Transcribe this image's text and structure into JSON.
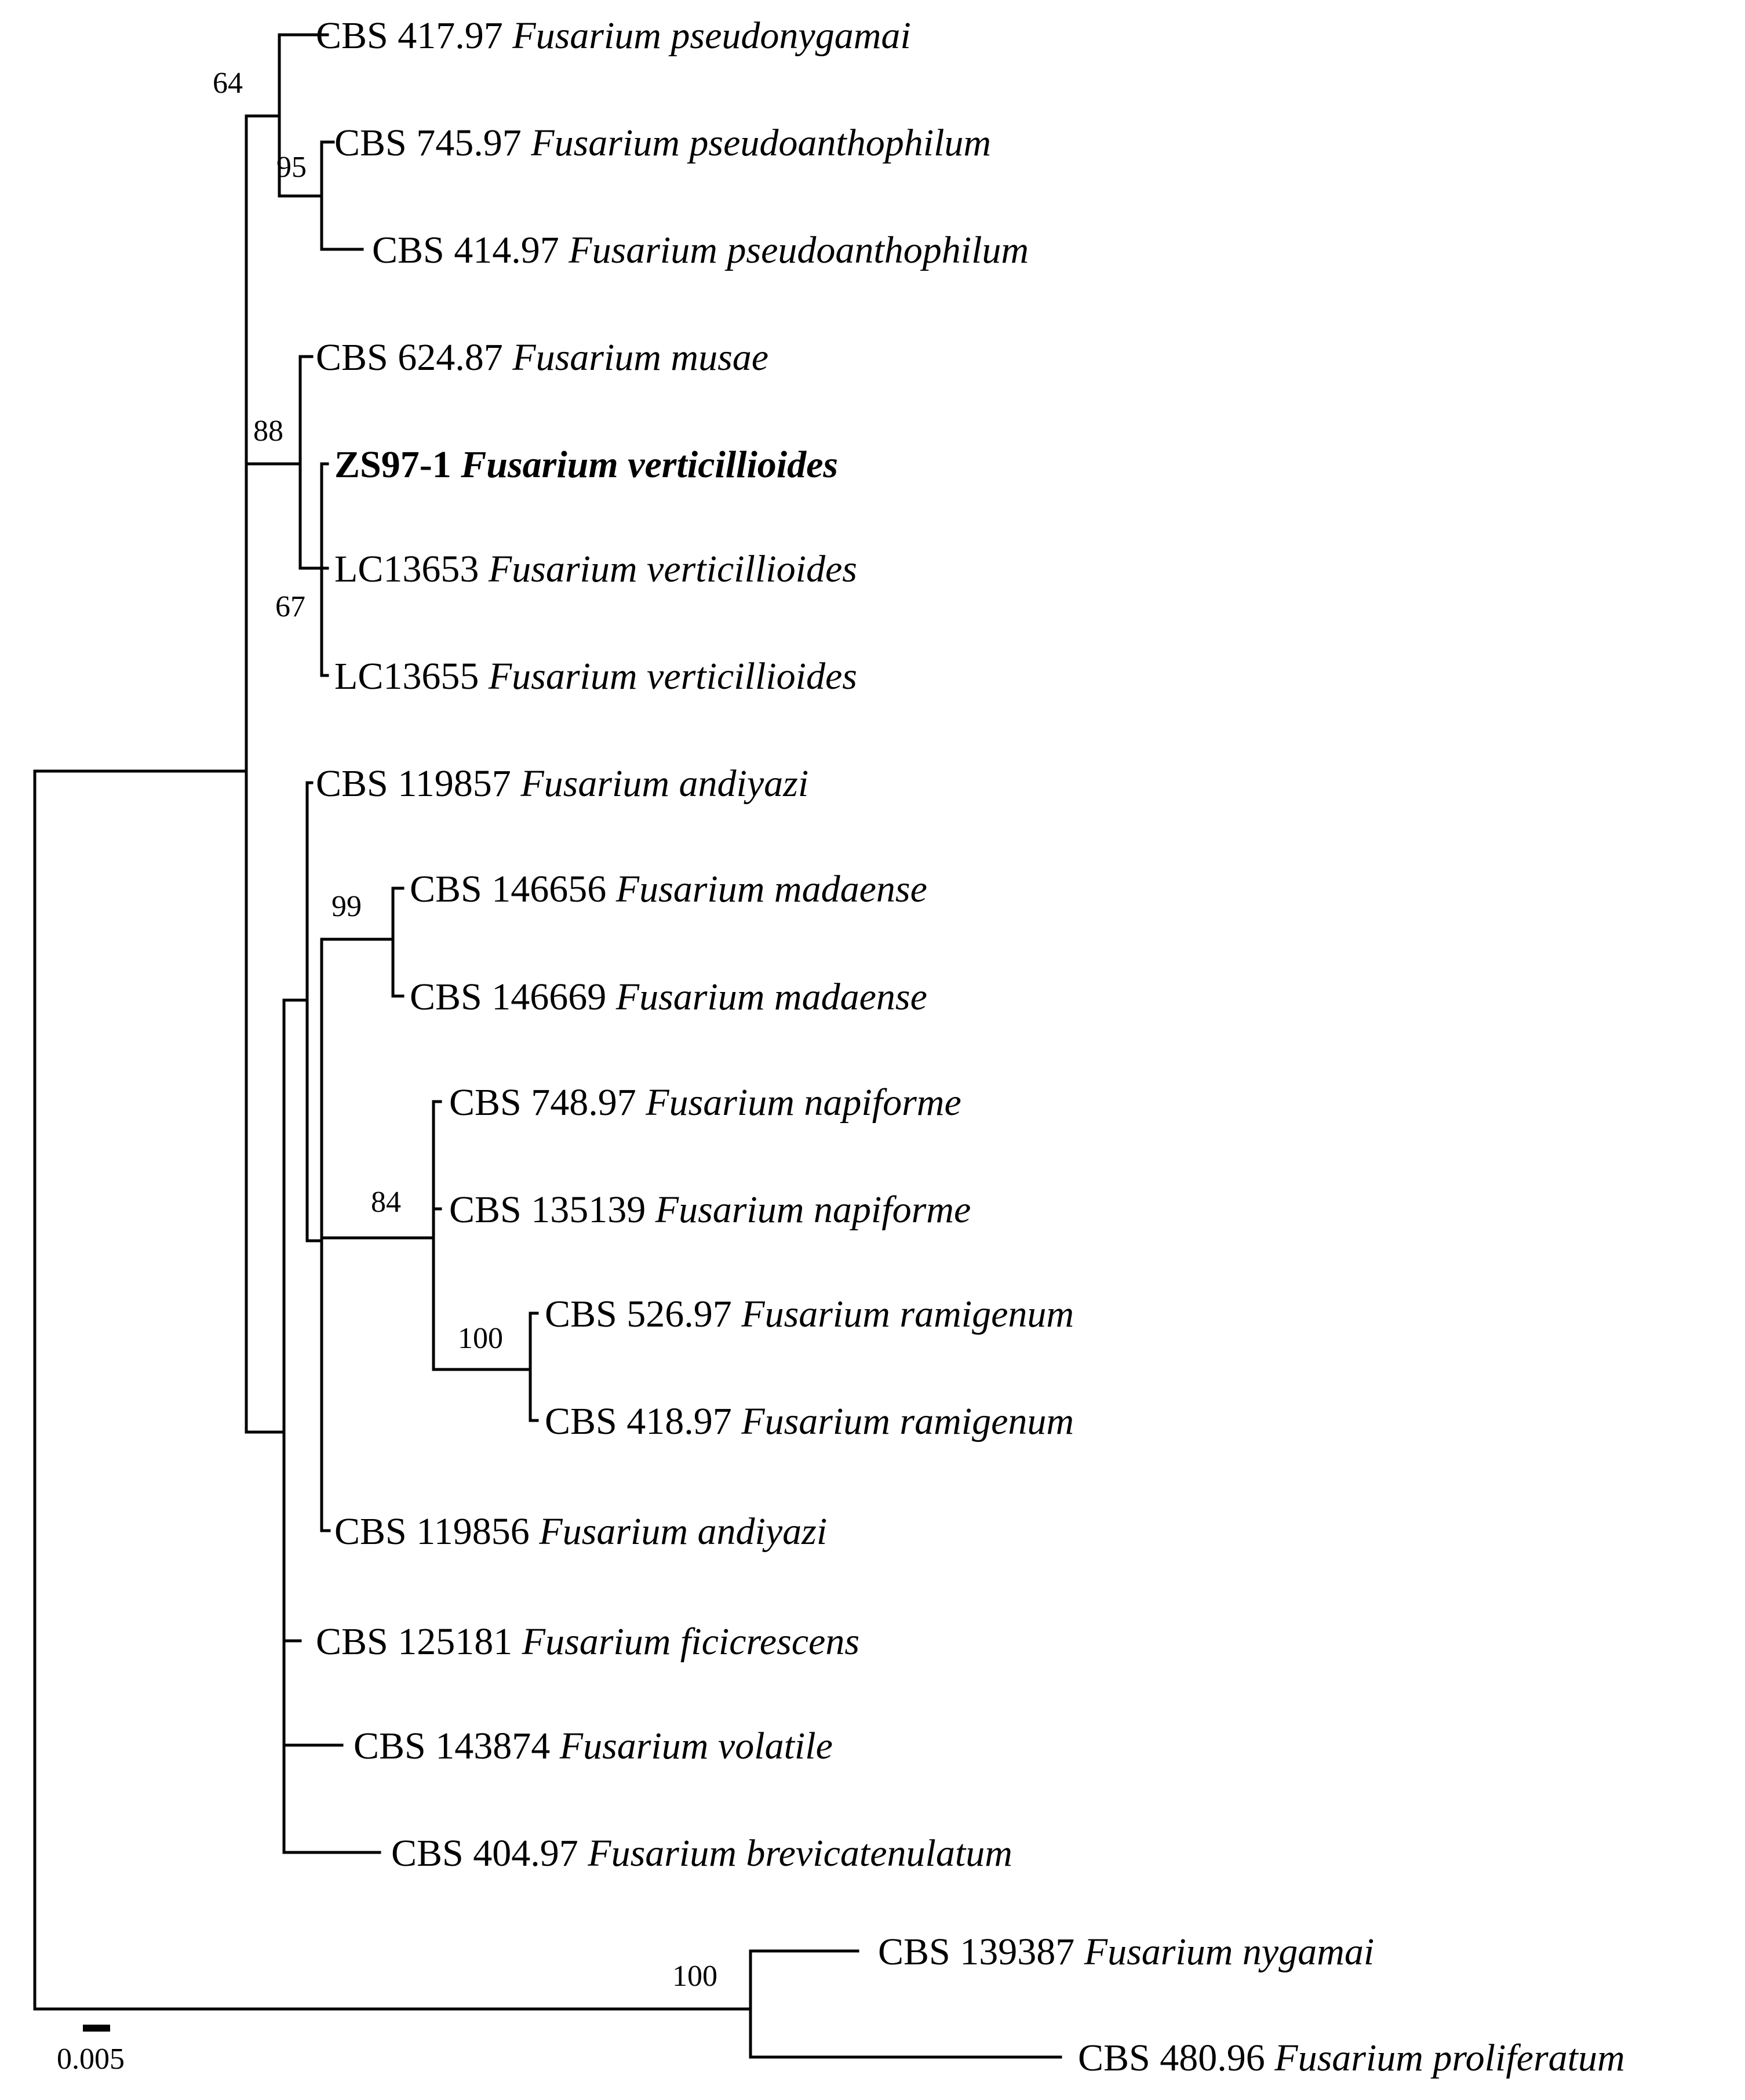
{
  "tree": {
    "taxa": [
      {
        "id": "t1",
        "strain": "CBS 417.97",
        "species": "Fusarium pseudonygamai",
        "bold": false
      },
      {
        "id": "t2",
        "strain": "CBS 745.97",
        "species": "Fusarium pseudoanthophilum",
        "bold": false
      },
      {
        "id": "t3",
        "strain": "CBS 414.97",
        "species": "Fusarium pseudoanthophilum",
        "bold": false
      },
      {
        "id": "t4",
        "strain": "CBS 624.87",
        "species": "Fusarium musae",
        "bold": false
      },
      {
        "id": "t5",
        "strain": "ZS97-1",
        "species": "Fusarium verticillioides",
        "bold": true
      },
      {
        "id": "t6",
        "strain": "LC13653",
        "species": "Fusarium verticillioides",
        "bold": false
      },
      {
        "id": "t7",
        "strain": "LC13655",
        "species": "Fusarium verticillioides",
        "bold": false
      },
      {
        "id": "t8",
        "strain": "CBS 119857",
        "species": "Fusarium andiyazi",
        "bold": false
      },
      {
        "id": "t9",
        "strain": "CBS 146656",
        "species": "Fusarium madaense",
        "bold": false
      },
      {
        "id": "t10",
        "strain": "CBS 146669",
        "species": "Fusarium madaense",
        "bold": false
      },
      {
        "id": "t11",
        "strain": "CBS 748.97",
        "species": "Fusarium napiforme",
        "bold": false
      },
      {
        "id": "t12",
        "strain": "CBS 135139",
        "species": "Fusarium napiforme",
        "bold": false
      },
      {
        "id": "t13",
        "strain": "CBS 526.97",
        "species": "Fusarium ramigenum",
        "bold": false
      },
      {
        "id": "t14",
        "strain": "CBS 418.97",
        "species": "Fusarium ramigenum",
        "bold": false
      },
      {
        "id": "t15",
        "strain": "CBS 119856",
        "species": "Fusarium andiyazi",
        "bold": false
      },
      {
        "id": "t16",
        "strain": "CBS 125181",
        "species": "Fusarium ficicrescens",
        "bold": false
      },
      {
        "id": "t17",
        "strain": "CBS 143874",
        "species": "Fusarium volatile",
        "bold": false
      },
      {
        "id": "t18",
        "strain": "CBS 404.97",
        "species": "Fusarium brevicatenulatum",
        "bold": false
      },
      {
        "id": "t19",
        "strain": "CBS 139387",
        "species": "Fusarium nygamai",
        "bold": false
      },
      {
        "id": "t20",
        "strain": "CBS 480.96",
        "species": "Fusarium proliferatum",
        "bold": false
      }
    ],
    "support_values": {
      "n64": "64",
      "n95": "95",
      "n88": "88",
      "n67": "67",
      "n99": "99",
      "n84": "84",
      "n100a": "100",
      "n100b": "100"
    },
    "scale": "0.005"
  }
}
